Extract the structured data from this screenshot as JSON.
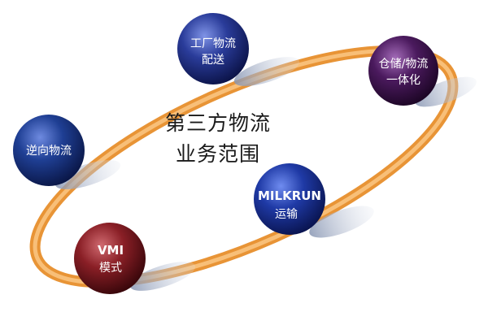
{
  "center": {
    "line1": "第三方物流",
    "line2": "业务范围"
  },
  "nodes": [
    {
      "id": "factory",
      "line1": "工厂物流",
      "line2": "配送",
      "fill": "#2a3c9a"
    },
    {
      "id": "warehouse",
      "line1": "仓储/物流",
      "line2": "一体化",
      "fill": "#4b1a5e"
    },
    {
      "id": "milkrun",
      "line1": "MILKRUN",
      "line2": "运输",
      "fill": "#1f3aa6"
    },
    {
      "id": "vmi",
      "line1": "VMI",
      "line2": "模式",
      "fill": "#8a1f26"
    },
    {
      "id": "reverse",
      "line1": "逆向物流",
      "line2": "",
      "fill": "#1f3f94"
    }
  ],
  "colors": {
    "ring": "#f4a64a",
    "shadow": "#b9c3d6"
  }
}
